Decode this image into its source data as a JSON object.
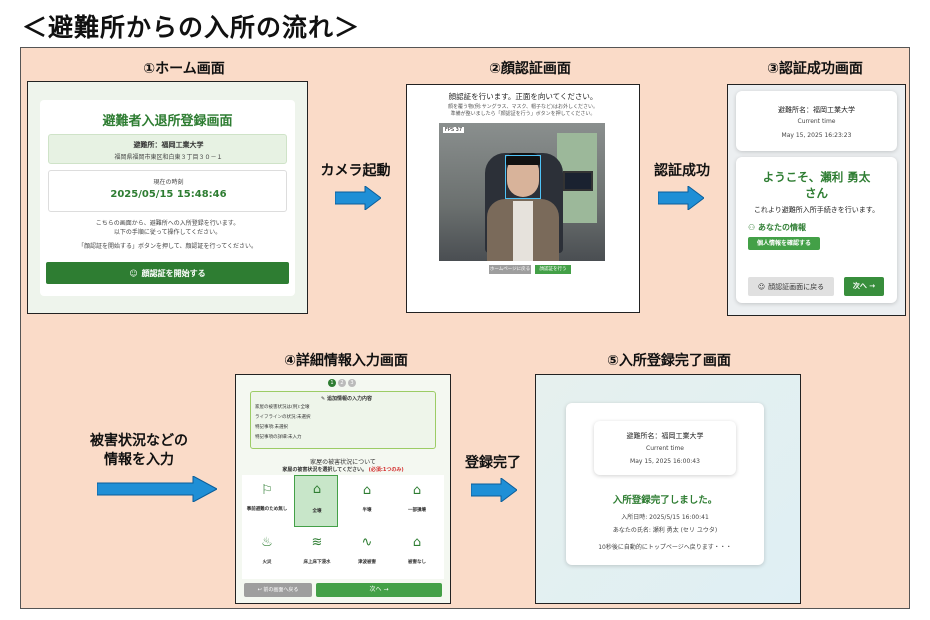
{
  "title": "＜避難所からの入所の流れ＞",
  "panels": {
    "home": {
      "label": "①ホーム画面",
      "heading": "避難者入退所登録画面",
      "shelter_line": "避難所：福岡工業大学",
      "address": "福岡県福岡市東区和白東３丁目３０－１",
      "time_label": "現在の時刻",
      "time_value": "2025/05/15 15:48:46",
      "desc1": "こちらの画面から、避難所への入所登録を行います。",
      "desc2": "以下の手順に従って操作してください。",
      "desc3": "「顔認証を開始する」ボタンを押して、顔認証を行ってください。",
      "start_button": "顔認証を開始する"
    },
    "face": {
      "label": "②顔認証画面",
      "instruction": "顔認証を行います。正面を向いてください。",
      "sub1": "顔を覆う物(例:サングラス、マスク、帽子など)はお外しください。",
      "sub2": "準備が整いましたら「顔認証を行う」ボタンを押してください。",
      "fps": "FPS 37",
      "btn_back": "ホームページに戻る",
      "btn_auth": "顔認証を行う"
    },
    "success": {
      "label": "③認証成功画面",
      "shelter_name": "避難所名：福岡工業大学",
      "current_time_label": "Current time",
      "current_time": "May 15, 2025 16:23:23",
      "welcome1": "ようこそ、瀬利 勇太",
      "welcome2": "さん",
      "proceed": "これより避難所入所手続きを行います。",
      "your_info": "あなたの情報",
      "confirm_btn": "個人情報を確認する",
      "back_btn": "顔認証画面に戻る",
      "next_btn": "次へ →"
    },
    "detail": {
      "label": "④詳細情報入力画面",
      "steps": [
        "1",
        "2",
        "3"
      ],
      "summary_title": "追加情報の入力内容",
      "summary": [
        "家屋の被害状況は(例):全壊",
        "ライフラインの状況:未選択",
        "特記事項:未選択",
        "特記事項の詳細:未入力"
      ],
      "section": "家屋の被害状況について",
      "prompt": "家屋の被害状況を選択してください。",
      "required": "(必須:1つのみ)",
      "options": [
        "事前避難のため無し",
        "全壊",
        "半壊",
        "一部損壊",
        "火災",
        "床上床下浸水",
        "津波被害",
        "被害なし"
      ],
      "back_btn": "↩ 前の画面へ戻る",
      "next_btn": "次へ →"
    },
    "complete": {
      "label": "⑤入所登録完了画面",
      "shelter_name": "避難所名：福岡工業大学",
      "current_time_label": "Current time",
      "current_time": "May 15, 2025 16:00:43",
      "done": "入所登録完了しました。",
      "entry_time": "入所日時: 2025/5/15 16:00:41",
      "name_line": "あなたの氏名: 瀬利 勇太 (セリ ユウタ)",
      "redirect": "10秒後に自動的にトップページへ戻ります・・・"
    }
  },
  "arrows": {
    "camera": "カメラ起動",
    "auth": "認証成功",
    "input1": "被害状況などの",
    "input2": "情報を入力",
    "done": "登録完了"
  },
  "colors": {
    "frame_bg": "#fadbc8",
    "green": "#2e7d32",
    "arrow": "#1f8fd6"
  }
}
